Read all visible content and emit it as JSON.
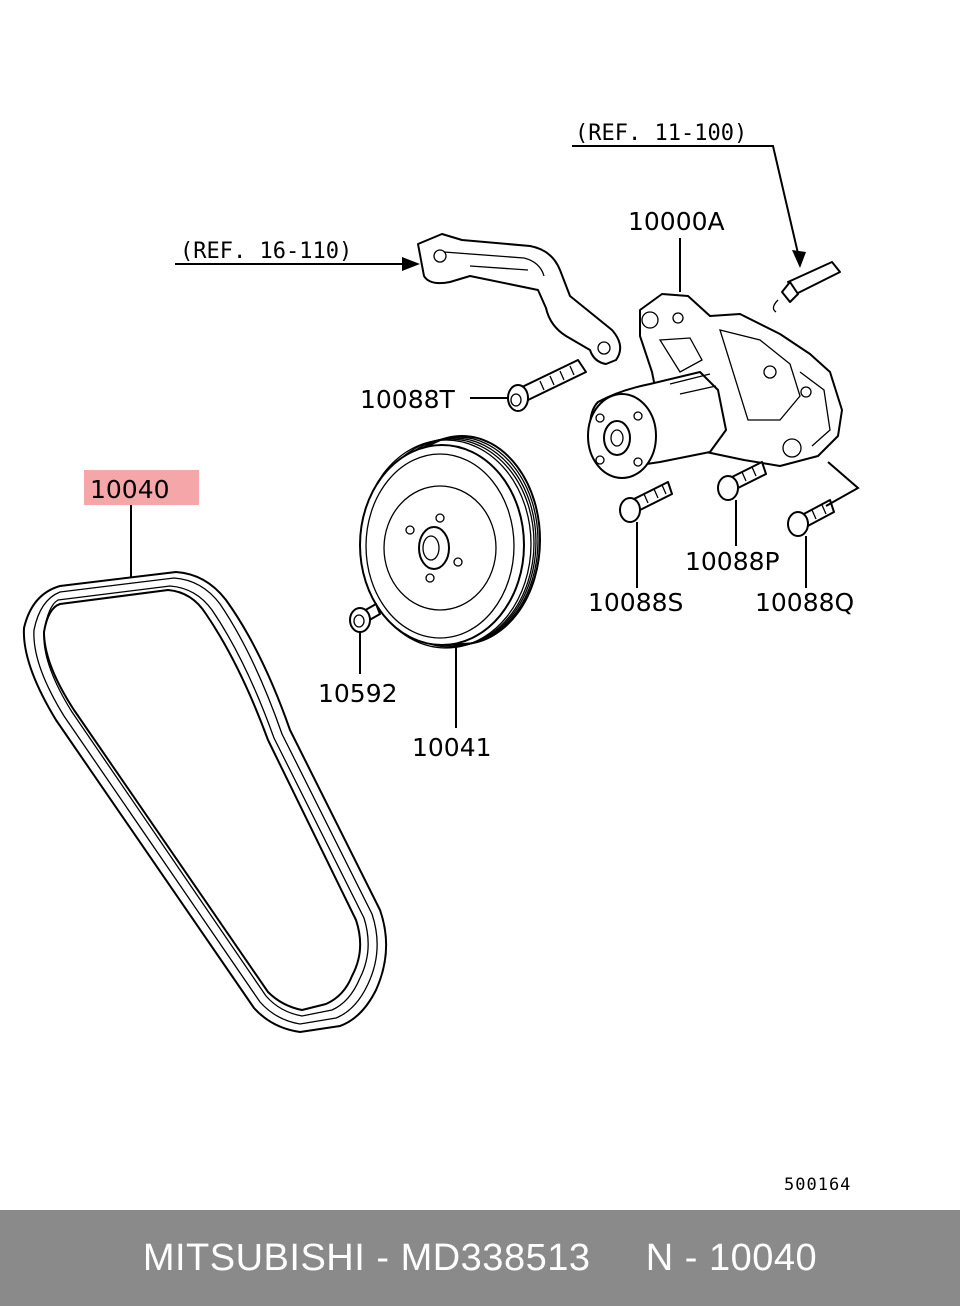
{
  "diagram": {
    "references": {
      "ref_top": "(REF. 11-100)",
      "ref_left": "(REF. 16-110)"
    },
    "part_labels": {
      "water_pump": "10000A",
      "bolt_t": "10088T",
      "belt": "10040",
      "pulley": "10041",
      "pulley_bolt": "10592",
      "bolt_s": "10088S",
      "bolt_p": "10088P",
      "bolt_q": "10088Q"
    },
    "highlight_color": "#f4a6a8",
    "figure_code": "500164"
  },
  "footer": {
    "text": "MITSUBISHI - MD338513     N - 10040",
    "background": "#8a8a8a"
  }
}
